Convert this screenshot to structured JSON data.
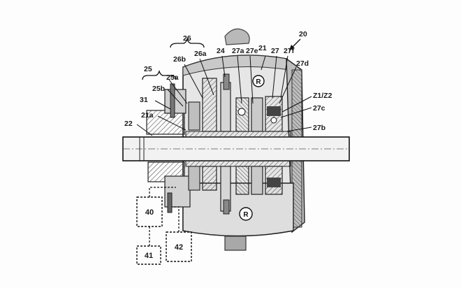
{
  "figure": {
    "ref_main": "20",
    "labels": {
      "l21": "21",
      "l21a": "21a",
      "l22": "22",
      "l24": "24",
      "l25": "25",
      "l25a": "25a",
      "l25b": "25b",
      "l26": "26",
      "l26a": "26a",
      "l26b": "26b",
      "l27": "27",
      "l27a": "27a",
      "l27b": "27b",
      "l27c": "27c",
      "l27d": "27d",
      "l27e": "27e",
      "l27f": "27f",
      "l31": "31",
      "lz": "Z1/Z2"
    },
    "boxes": {
      "b40": "40",
      "b41": "41",
      "b42": "42"
    },
    "r_top": "R",
    "r_bottom": "R"
  }
}
